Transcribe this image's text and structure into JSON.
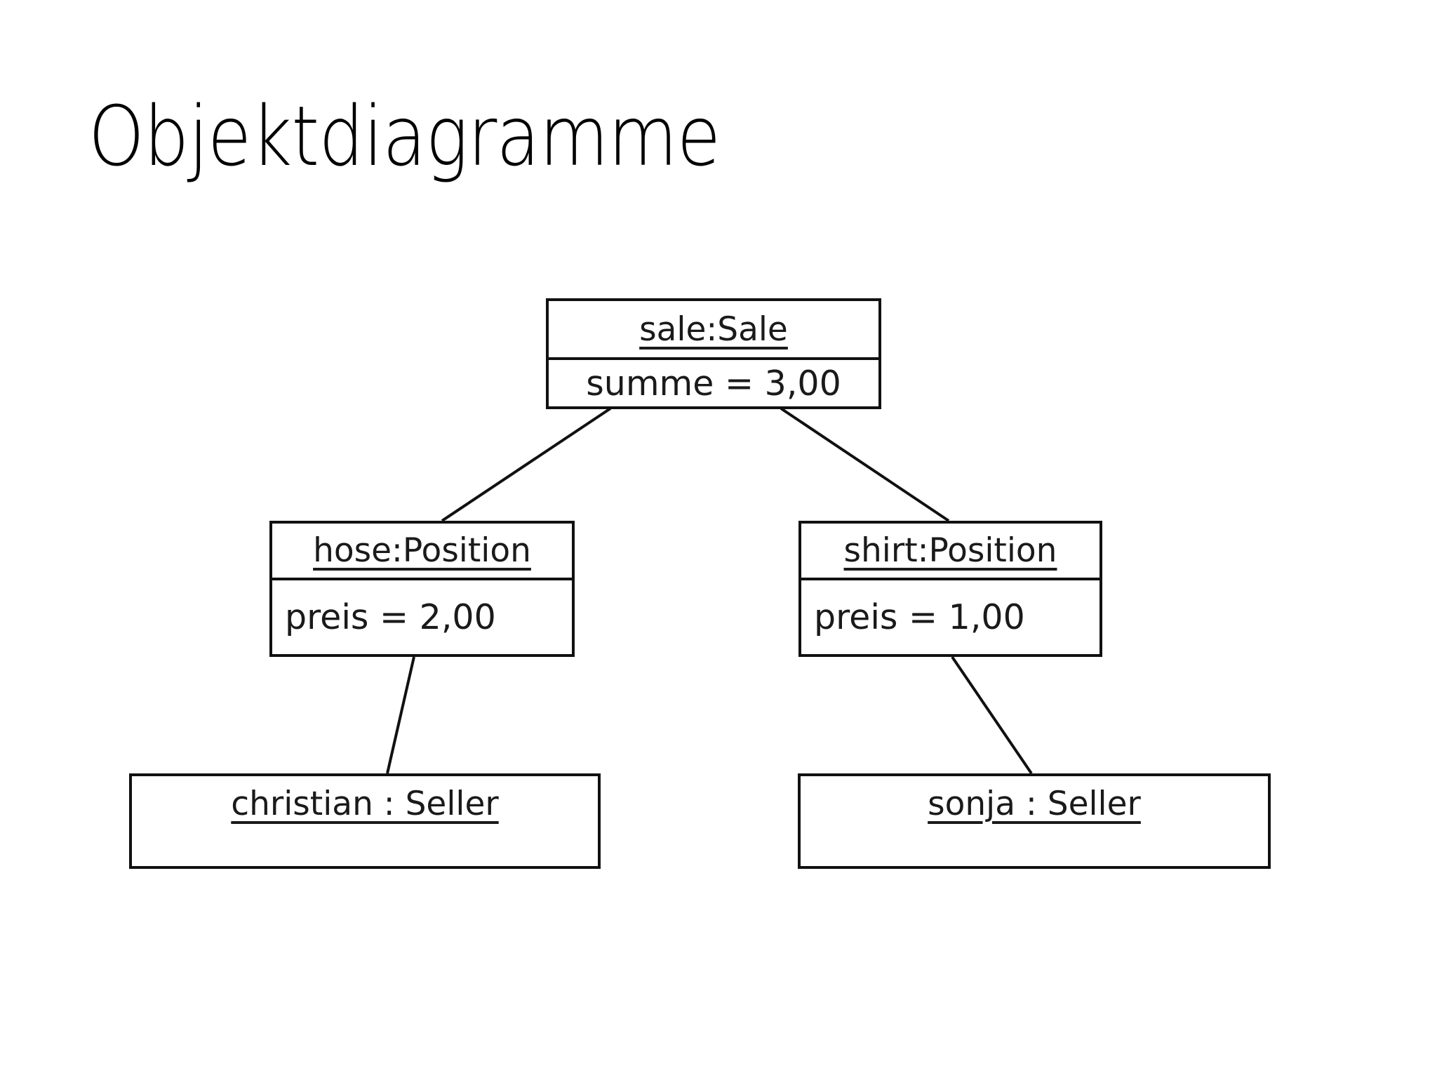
{
  "slide": {
    "title": "Objektdiagramme",
    "background_color": "#ffffff",
    "text_color": "#000000",
    "line_color": "#111111"
  },
  "diagram": {
    "type": "uml-object-diagram",
    "objects": [
      {
        "id": "sale",
        "name": "sale:Sale",
        "instance": "sale",
        "classifier": "Sale",
        "attributes": [
          {
            "name": "summe",
            "value": "3,00",
            "text": "summe = 3,00"
          }
        ]
      },
      {
        "id": "hose",
        "name": "hose:Position",
        "instance": "hose",
        "classifier": "Position",
        "attributes": [
          {
            "name": "preis",
            "value": "2,00",
            "text": "preis = 2,00"
          }
        ]
      },
      {
        "id": "shirt",
        "name": "shirt:Position",
        "instance": "shirt",
        "classifier": "Position",
        "attributes": [
          {
            "name": "preis",
            "value": "1,00",
            "text": "preis = 1,00"
          }
        ]
      },
      {
        "id": "christian",
        "name": "christian : Seller",
        "instance": "christian",
        "classifier": "Seller",
        "attributes": []
      },
      {
        "id": "sonja",
        "name": "sonja : Seller",
        "instance": "sonja",
        "classifier": "Seller",
        "attributes": []
      }
    ],
    "links": [
      {
        "from": "sale",
        "to": "hose"
      },
      {
        "from": "sale",
        "to": "shirt"
      },
      {
        "from": "hose",
        "to": "christian"
      },
      {
        "from": "shirt",
        "to": "sonja"
      }
    ]
  }
}
